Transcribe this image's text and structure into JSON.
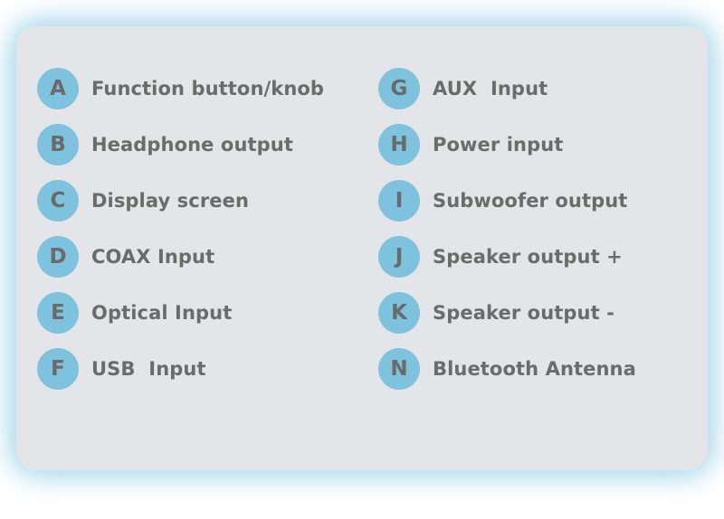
{
  "card": {
    "background_color": "#e3e5e8",
    "glow_color": "#9fd4e8",
    "badge_color": "#7ec3dd",
    "text_color": "#6b6b6b"
  },
  "legend": {
    "left_column": [
      {
        "key": "A",
        "label": "Function button/knob"
      },
      {
        "key": "B",
        "label": "Headphone output"
      },
      {
        "key": "C",
        "label": "Display screen"
      },
      {
        "key": "D",
        "label": "COAX Input"
      },
      {
        "key": "E",
        "label": "Optical Input"
      },
      {
        "key": "F",
        "label": "USB  Input"
      }
    ],
    "right_column": [
      {
        "key": "G",
        "label": "AUX  Input"
      },
      {
        "key": "H",
        "label": "Power input"
      },
      {
        "key": "I",
        "label": "Subwoofer output"
      },
      {
        "key": "J",
        "label": "Speaker output +"
      },
      {
        "key": "K",
        "label": "Speaker output -"
      },
      {
        "key": "N",
        "label": "Bluetooth Antenna"
      }
    ]
  }
}
